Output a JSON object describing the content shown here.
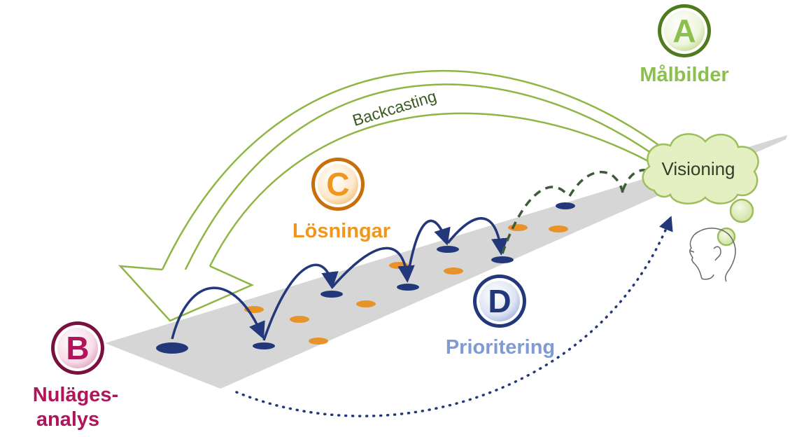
{
  "labels": {
    "A": {
      "letter": "A",
      "title": "Målbilder",
      "color": "#8cc04c",
      "dark": "#4f7a1e"
    },
    "B": {
      "letter": "B",
      "title_line1": "Nuläges-",
      "title_line2": "analys",
      "color": "#b0145a",
      "dark": "#7a1040"
    },
    "C": {
      "letter": "C",
      "title": "Lösningar",
      "color": "#f0961e",
      "dark": "#c86e0a"
    },
    "D": {
      "letter": "D",
      "title": "Prioritering",
      "color": "#7e9bd2",
      "dark": "#23387a"
    }
  },
  "arrow_texts": {
    "backcasting": "Backcasting",
    "visioning": "Visioning"
  },
  "colors": {
    "road": "#d6d6d6",
    "navy": "#23387a",
    "orange": "#e8922a",
    "green_arrow": "#8fb544",
    "cloud_fill": "#e4efc2",
    "cloud_stroke": "#9cbf5c",
    "dashed": "#3e5a3a"
  }
}
